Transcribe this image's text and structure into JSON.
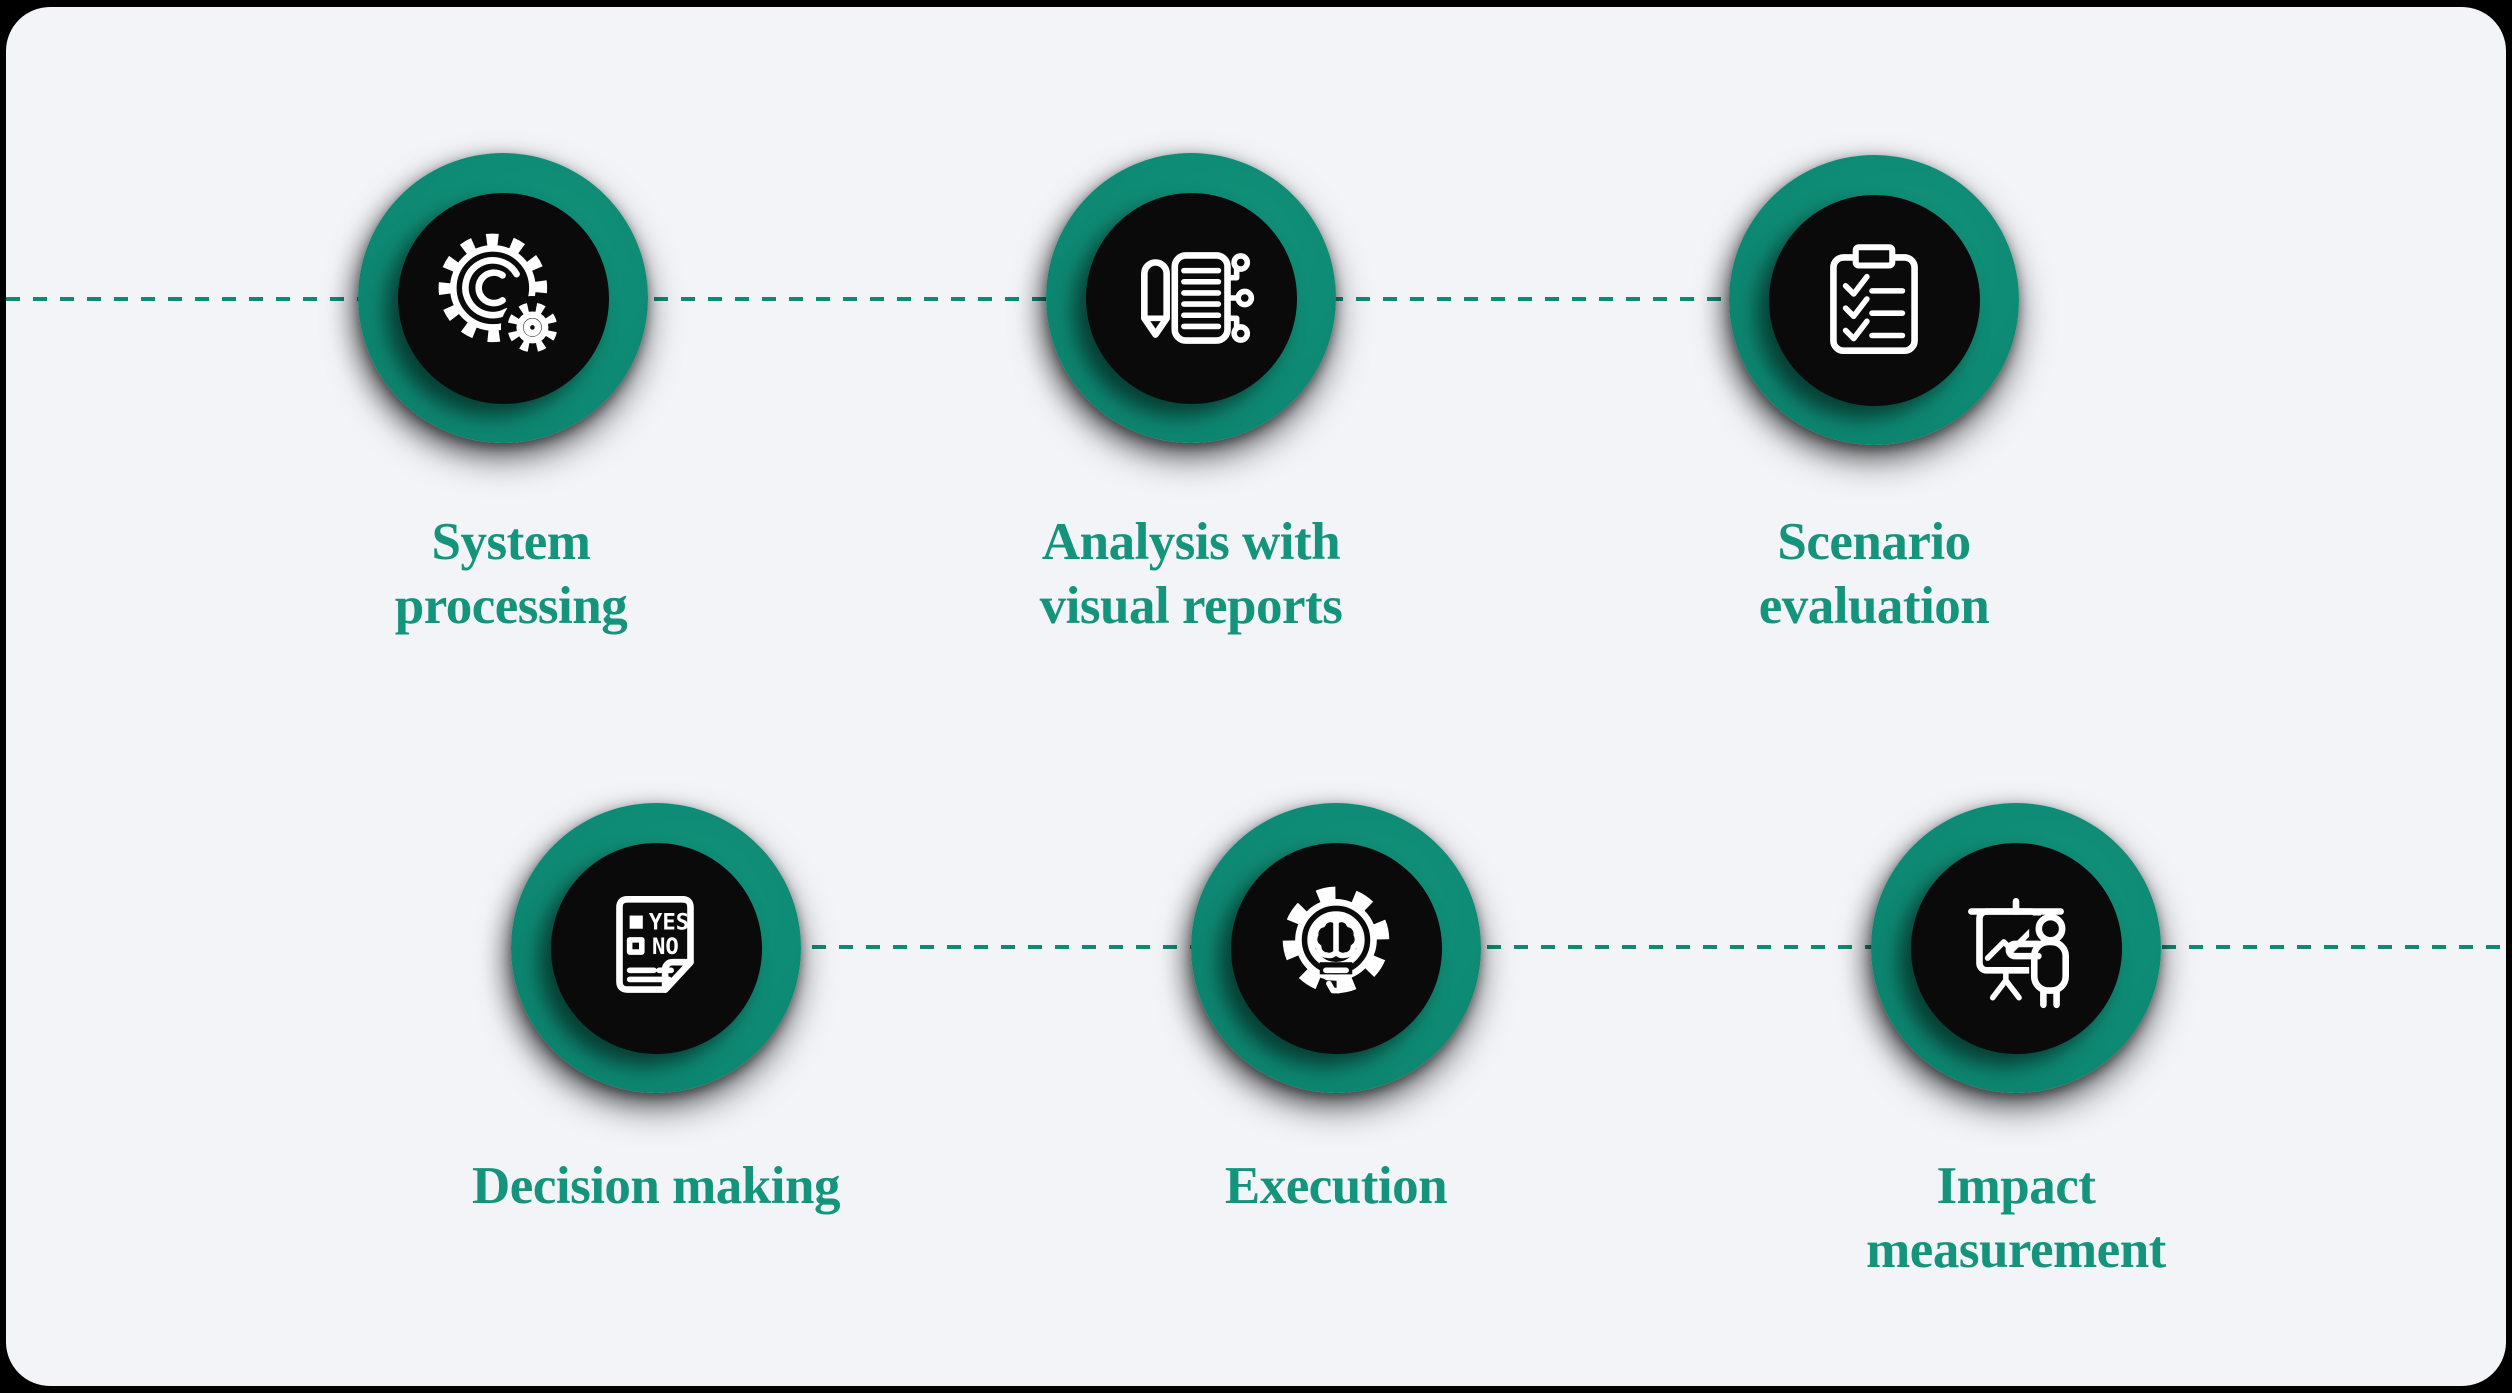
{
  "infographic": {
    "description": "Six-step process flow infographic with dashed connector lines",
    "colors": {
      "outer_background": "#000000",
      "panel_background": "#F2F4F8",
      "accent_teal": "#0E8A74",
      "label_green": "#14947B",
      "node_inner_black": "#0A0A0A",
      "icon_white": "#FFFFFF"
    },
    "rows": [
      {
        "connector": "dashed line from left edge to step 3"
      },
      {
        "connector": "dashed line from step 4 to right edge"
      }
    ],
    "steps": [
      {
        "label": "System\nprocessing",
        "icon": "gears-icon"
      },
      {
        "label": "Analysis with\nvisual reports",
        "icon": "pen-report-circuit-icon"
      },
      {
        "label": "Scenario\nevaluation",
        "icon": "checklist-clipboard-icon"
      },
      {
        "label": "Decision making",
        "icon": "yes-no-document-icon"
      },
      {
        "label": "Execution",
        "icon": "gear-bulb-brain-icon"
      },
      {
        "label": "Impact\nmeasurement",
        "icon": "presenter-chart-icon"
      }
    ],
    "icon_text": {
      "yes": "YES",
      "no": "NO"
    }
  }
}
